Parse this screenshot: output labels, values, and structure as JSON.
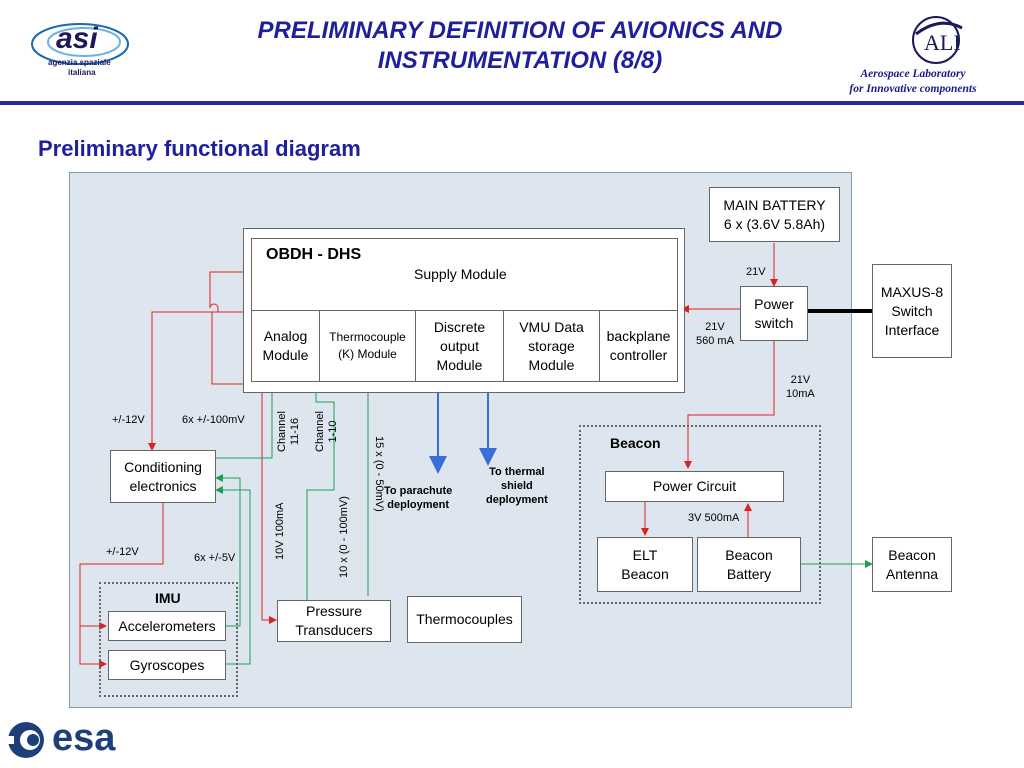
{
  "header": {
    "title_line1": "PRELIMINARY DEFINITION OF AVIONICS AND",
    "title_line2": "INSTRUMENTATION (8/8)",
    "asi_logo_text": "asi",
    "asi_sub1": "agenzia spaziale",
    "asi_sub2": "italiana",
    "ali_logo_text": "ALI",
    "ali_line1": "Aerospace Laboratory",
    "ali_line2": "for Innovative components"
  },
  "subtitle": "Preliminary functional diagram",
  "obdh": {
    "title": "OBDH - DHS",
    "supply": "Supply Module",
    "modules": [
      "Analog Module",
      "Thermocouple (K) Module",
      "Discrete output Module",
      "VMU Data storage Module",
      "backplane controller"
    ]
  },
  "boxes": {
    "main_battery_l1": "MAIN BATTERY",
    "main_battery_l2": "6 x (3.6V 5.8Ah)",
    "power_switch_l1": "Power",
    "power_switch_l2": "switch",
    "maxus_l1": "MAXUS-8",
    "maxus_l2": "Switch",
    "maxus_l3": "Interface",
    "conditioning_l1": "Conditioning",
    "conditioning_l2": "electronics",
    "accelerometers": "Accelerometers",
    "gyroscopes": "Gyroscopes",
    "pressure_l1": "Pressure",
    "pressure_l2": "Transducers",
    "thermocouples": "Thermocouples",
    "power_circuit": "Power Circuit",
    "elt_l1": "ELT",
    "elt_l2": "Beacon",
    "beacon_battery_l1": "Beacon",
    "beacon_battery_l2": "Battery",
    "beacon_antenna_l1": "Beacon",
    "beacon_antenna_l2": "Antenna"
  },
  "groups": {
    "imu": "IMU",
    "beacon": "Beacon"
  },
  "labels": {
    "v21_top": "21V",
    "v21_560_l1": "21V",
    "v21_560_l2": "560 mA",
    "v21_10_l1": "21V",
    "v21_10_l2": "10mA",
    "pm12_top": "+/-12V",
    "pm100mv": "6x +/-100mV",
    "pm12_bottom": "+/-12V",
    "pm5v": "6x +/-5V",
    "ch_11_16_l1": "Channel",
    "ch_11_16_l2": "11-16",
    "ch_1_10_l1": "Channel",
    "ch_1_10_l2": "1-10",
    "v10_100ma": "10V 100mA",
    "ten_x": "10 x (0  - 100mV)",
    "fifteen_x": "15 x (0  - 50mV)",
    "parachute_l1": "To parachute",
    "parachute_l2": "deployment",
    "thermal_l1": "To thermal",
    "thermal_l2": "shield",
    "thermal_l3": "deployment",
    "v3_500": "3V 500mA"
  },
  "footer": {
    "esa": "esa"
  },
  "colors": {
    "title": "#1f1f9e",
    "power_line": "#e02020",
    "signal_line": "#20a050",
    "command_line": "#3a6fd8",
    "panel": "#dde6ee"
  }
}
